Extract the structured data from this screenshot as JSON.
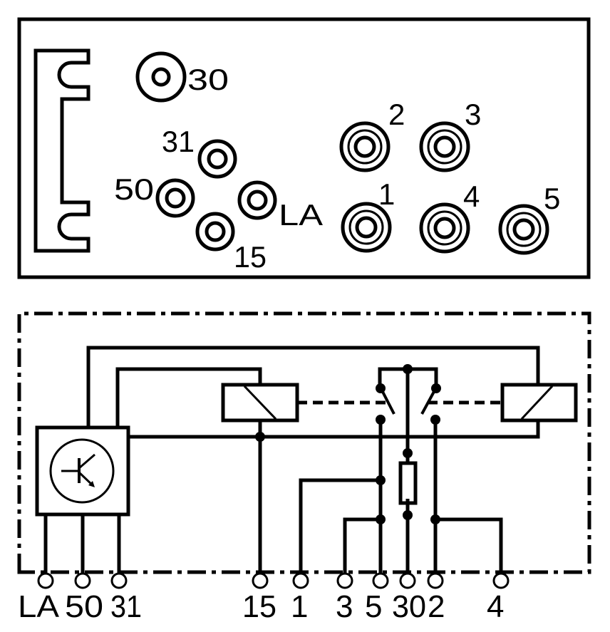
{
  "colors": {
    "ink": "#000000",
    "background": "#ffffff"
  },
  "connector_view": {
    "pins": [
      {
        "id": "30",
        "label": "30",
        "style": "large-ring"
      },
      {
        "id": "31",
        "label": "31",
        "style": "double-ring"
      },
      {
        "id": "50",
        "label": "50",
        "style": "double-ring"
      },
      {
        "id": "LA",
        "label": "LA",
        "style": "double-ring"
      },
      {
        "id": "15",
        "label": "15",
        "style": "double-ring"
      },
      {
        "id": "2",
        "label": "2",
        "style": "triple-ring"
      },
      {
        "id": "3",
        "label": "3",
        "style": "triple-ring"
      },
      {
        "id": "1",
        "label": "1",
        "style": "triple-ring"
      },
      {
        "id": "4",
        "label": "4",
        "style": "triple-ring"
      },
      {
        "id": "5",
        "label": "5",
        "style": "triple-ring"
      }
    ]
  },
  "schematic": {
    "components": [
      "transistor-control-unit",
      "relay-coil-left",
      "relay-coil-right",
      "switch-contact-left",
      "switch-contact-right",
      "resistor"
    ],
    "terminals": [
      {
        "id": "LA",
        "label": "LA"
      },
      {
        "id": "50",
        "label": "50"
      },
      {
        "id": "31",
        "label": "31"
      },
      {
        "id": "15",
        "label": "15"
      },
      {
        "id": "1",
        "label": "1"
      },
      {
        "id": "3",
        "label": "3"
      },
      {
        "id": "5",
        "label": "5"
      },
      {
        "id": "30",
        "label": "30"
      },
      {
        "id": "2",
        "label": "2"
      },
      {
        "id": "4",
        "label": "4"
      }
    ]
  }
}
